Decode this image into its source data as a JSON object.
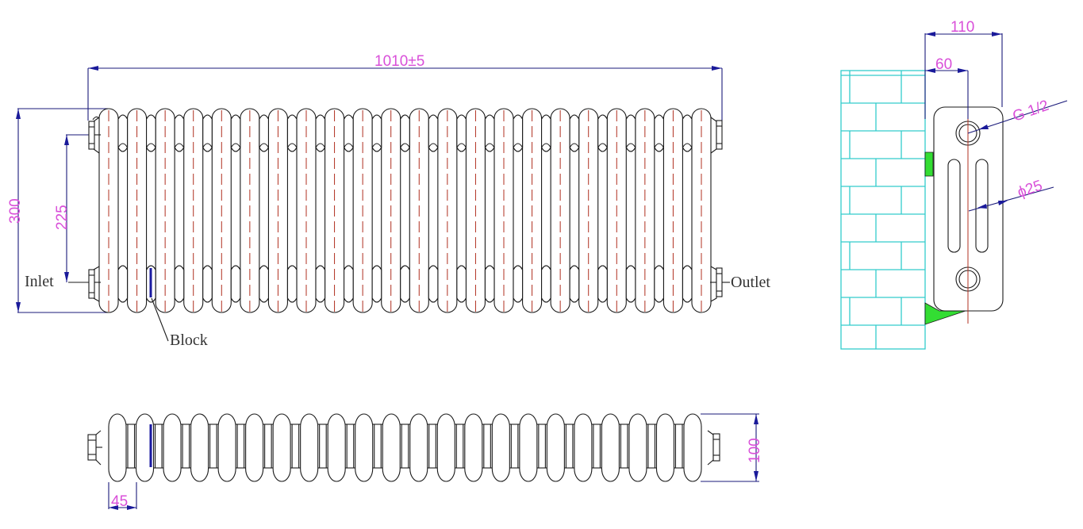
{
  "drawing": {
    "title": "Column radiator technical drawing",
    "colors": {
      "outline": "#1a1a1a",
      "centerline": "#b03020",
      "dimension_line": "#1a1a7a",
      "dimension_text": "#d94fd9",
      "wall": "#33cccc",
      "bracket": "#33dd33",
      "block": "#1a1aa0"
    },
    "front_view": {
      "column_count": 22,
      "overall_width_label": "1010±5",
      "height_label": "300",
      "pipe_centres_label": "225",
      "inlet_label": "Inlet",
      "outlet_label": "Outlet",
      "block_label": "Block"
    },
    "top_view": {
      "column_count": 22,
      "column_pitch_label": "45",
      "depth_label": "100"
    },
    "side_view": {
      "total_projection_label": "110",
      "wall_to_centre_label": "60",
      "thread_label": "G 1/2",
      "diameter_label": "ϕ25"
    }
  }
}
